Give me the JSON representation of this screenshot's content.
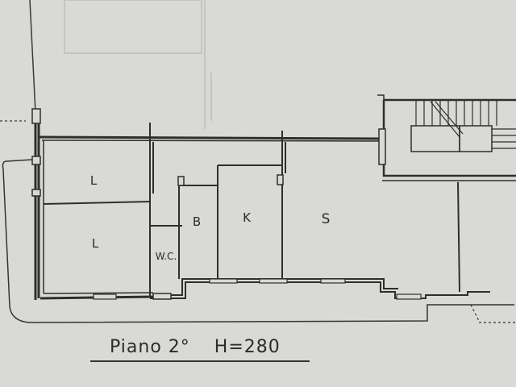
{
  "plan": {
    "rooms": [
      {
        "id": "living-upper",
        "label": "L"
      },
      {
        "id": "living-lower",
        "label": "L"
      },
      {
        "id": "wc",
        "label": "W.C."
      },
      {
        "id": "bath",
        "label": "B"
      },
      {
        "id": "kitchen",
        "label": "K"
      },
      {
        "id": "stair",
        "label": "S"
      }
    ],
    "caption": {
      "floor": "Piano 2°",
      "height": "H=280"
    },
    "colors": {
      "paper": "#d9dad6",
      "ink": "#2e2e2e",
      "ghost": "#c4c5c1"
    }
  }
}
